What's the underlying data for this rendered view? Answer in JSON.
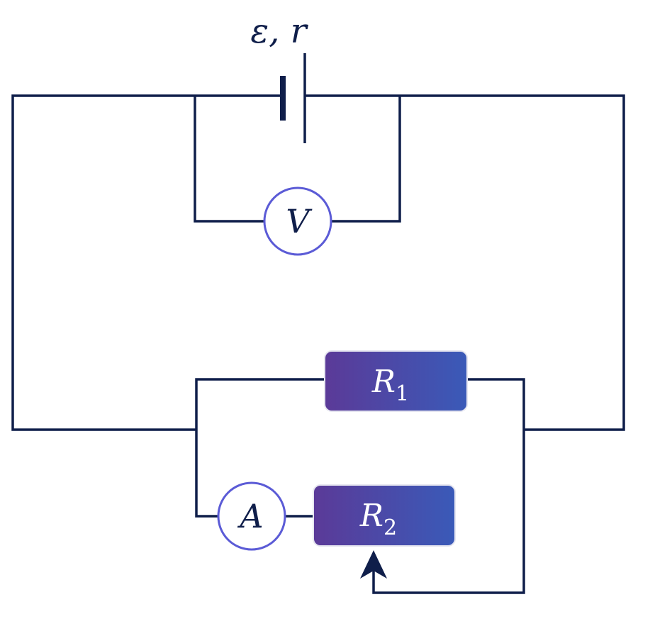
{
  "source": {
    "label": "ε, r"
  },
  "voltmeter": {
    "label": "V"
  },
  "ammeter": {
    "label": "A"
  },
  "resistor_1": {
    "symbol": "R",
    "subscript": "1"
  },
  "resistor_2": {
    "symbol": "R",
    "subscript": "2",
    "variable": true
  },
  "colors": {
    "wire": "#0f1e4a",
    "meter_outline": "#5b5bd6",
    "resistor_gradient_start": "#5b3a98",
    "resistor_gradient_end": "#3a5ab8"
  }
}
